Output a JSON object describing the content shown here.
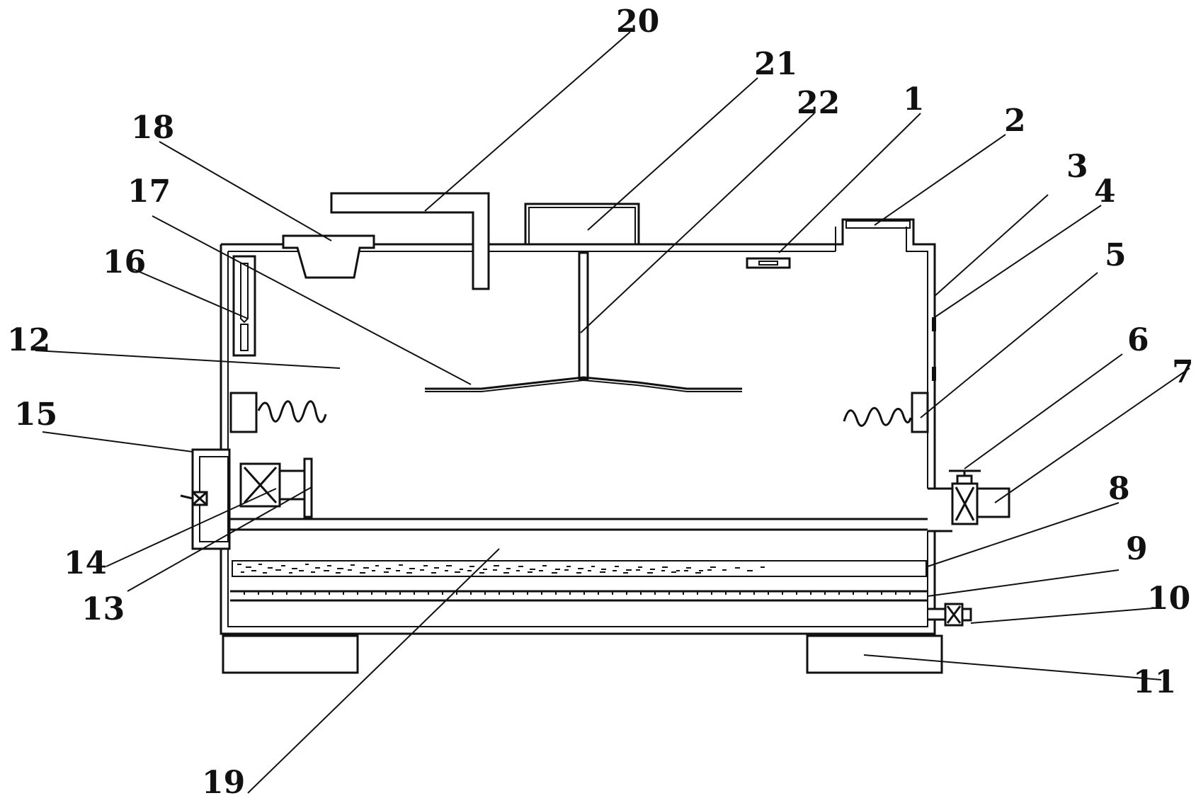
{
  "labels": {
    "l1": "1",
    "l2": "2",
    "l3": "3",
    "l4": "4",
    "l5": "5",
    "l6": "6",
    "l7": "7",
    "l8": "8",
    "l9": "9",
    "l10": "10",
    "l11": "11",
    "l12": "12",
    "l13": "13",
    "l14": "14",
    "l15": "15",
    "l16": "16",
    "l17": "17",
    "l18": "18",
    "l19": "19",
    "l20": "20",
    "l21": "21",
    "l22": "22"
  },
  "colors": {
    "line": "#111111",
    "background": "#ffffff"
  }
}
